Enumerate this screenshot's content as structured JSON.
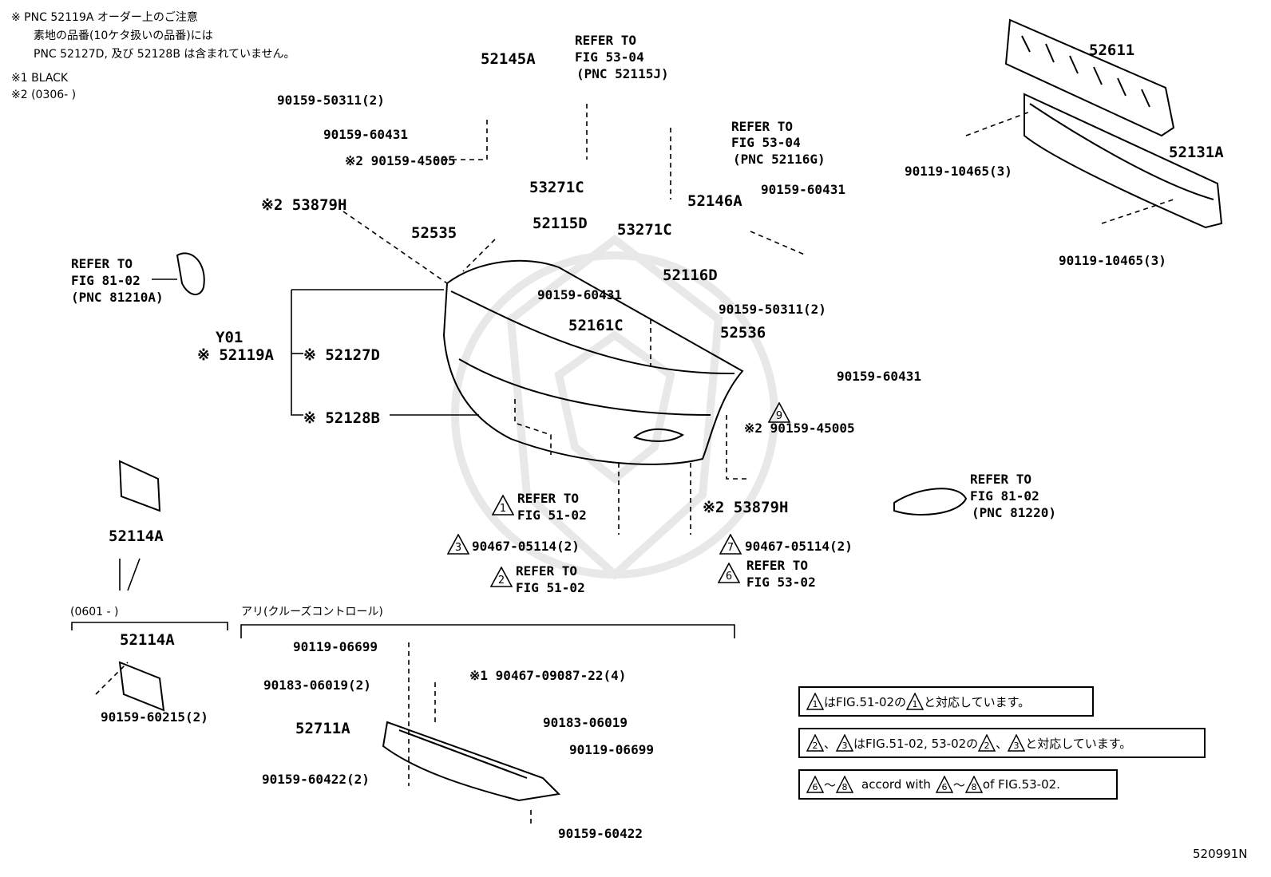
{
  "notes": {
    "line1": "※  PNC 52119A オーダー上のご注意",
    "line2": "素地の品番(10ケタ扱いの品番)には",
    "line3": "PNC 52127D, 及び 52128B は含まれていません。",
    "line4": "※1 BLACK",
    "line5": "※2 (0306-        )"
  },
  "labels": {
    "p52145A": "52145A",
    "b9015950311_top": "90159-50311(2)",
    "b9015960431_top": "90159-60431",
    "b9015945005_top": "※2 90159-45005",
    "p53879H_top": "※2 53879H",
    "ref5304_a": "REFER TO",
    "ref5304_b": "FIG 53-04",
    "ref5304_c": "(PNC 52115J)",
    "p53271C_a": "53271C",
    "ref5304g_a": "REFER TO",
    "ref5304g_b": "FIG 53-04",
    "ref5304g_c": "(PNC 52116G)",
    "p53271C_b": "53271C",
    "p52146A": "52146A",
    "b9015960431_r": "90159-60431",
    "p52611": "52611",
    "p52131A": "52131A",
    "b9011910465_a": "90119-10465(3)",
    "b9011910465_b": "90119-10465(3)",
    "p52535": "52535",
    "p52115D": "52115D",
    "ref8102_a": "REFER TO",
    "ref8102_b": "FIG 81-02",
    "ref8102_c": "(PNC 81210A)",
    "b9015960431_m": "90159-60431",
    "p52116D": "52116D",
    "b9015950311_m": "90159-50311(2)",
    "p52161C": "52161C",
    "p52536": "52536",
    "y01": "Y01",
    "p52119A": "※ 52119A",
    "p52127D": "※ 52127D",
    "b9015960431_r2": "90159-60431",
    "p52128B": "※ 52128B",
    "b9015945005_m": "※2 90159-45005",
    "p53879H_m": "※2 53879H",
    "ref8102r_a": "REFER TO",
    "ref8102r_b": "FIG 81-02",
    "ref8102r_c": "(PNC 81220)",
    "ref5102_a": "REFER TO",
    "ref5102_b": "FIG 51-02",
    "clip9046705114_l": "90467-05114(2)",
    "clip9046705114_r": "90467-05114(2)",
    "ref5102b_a": "REFER TO",
    "ref5102b_b": "FIG 51-02",
    "ref5302_a": "REFER TO",
    "ref5302_b": "FIG 53-02",
    "p52114A_top": "52114A",
    "range0601": "(0601 -        )",
    "cruise": "アリ(クルーズコントロール)",
    "p52114A_bot": "52114A",
    "b9015960215": "90159-60215(2)",
    "b9011906699_a": "90119-06699",
    "b9018306019_2": "90183-06019(2)",
    "clip9046709087": "※1 90467-09087-22(4)",
    "b9018306019": "90183-06019",
    "p52711A": "52711A",
    "b9011906699_b": "90119-06699",
    "b9015960422_2": "90159-60422(2)",
    "b9015960422": "90159-60422",
    "figno": "520991N"
  },
  "triangles": {
    "t9": "9",
    "t1": "1",
    "t3": "3",
    "t7": "7",
    "t2": "2",
    "t6": "6"
  },
  "legend": {
    "row1": {
      "t1": "1",
      "text_a": "はFIG.51-02の",
      "t2": "1",
      "text_b": "と対応しています。"
    },
    "row2": {
      "t1": "2",
      "sep": "、",
      "t2": "3",
      "text_a": "はFIG.51-02, 53-02の",
      "t3": "2",
      "sep2": "、",
      "t4": "3",
      "text_b": "と対応しています。"
    },
    "row3": {
      "t1": "6",
      "dash": "〜",
      "t2": "8",
      "text_a": "accord with",
      "t3": "6",
      "dash2": "〜",
      "t4": "8",
      "text_b": "of FIG.53-02."
    }
  }
}
